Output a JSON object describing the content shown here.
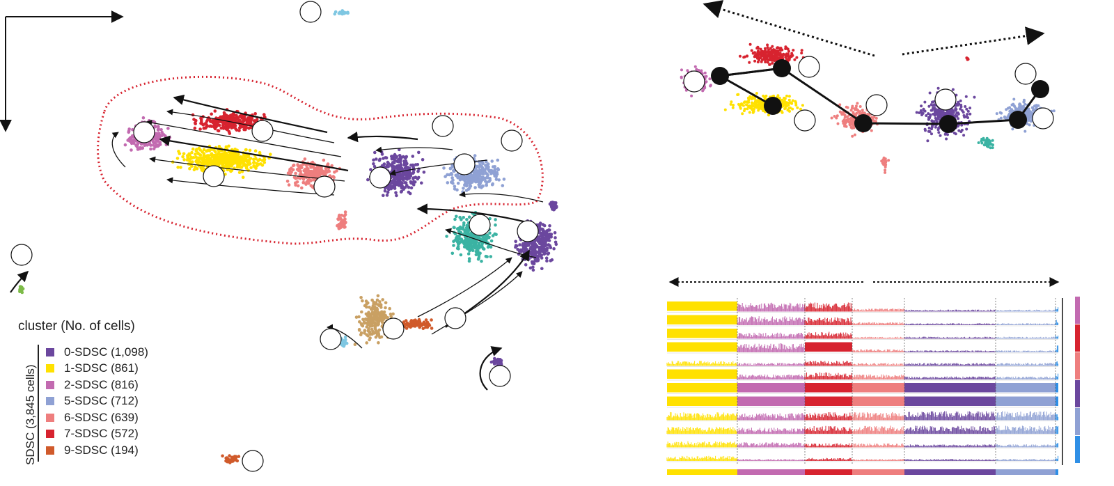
{
  "legend": {
    "title": "cluster (No. of cells)",
    "group_label": "SDSC (3,845 cells)",
    "items": [
      {
        "label": "0-SDSC (1,098)",
        "color": "#6B479E"
      },
      {
        "label": "1-SDSC (861)",
        "color": "#FFE100"
      },
      {
        "label": "2-SDSC (816)",
        "color": "#C26AB0"
      },
      {
        "label": "5-SDSC (712)",
        "color": "#8FA1D4"
      },
      {
        "label": "6-SDSC (639)",
        "color": "#EE7E7E"
      },
      {
        "label": "7-SDSC (572)",
        "color": "#D7232F"
      },
      {
        "label": "9-SDSC (194)",
        "color": "#D05A2B"
      }
    ]
  },
  "colors": {
    "teal": "#3BB3A3",
    "tan": "#C9A063",
    "lightblue": "#7FC7E2",
    "green": "#7DBB48",
    "blue": "#2F8FE6",
    "boundary": "#D7232F",
    "ink": "#111111"
  },
  "icons": [
    "axis-arrows-icon",
    "dotted-arrow-icon",
    "cluster-node-icon"
  ]
}
